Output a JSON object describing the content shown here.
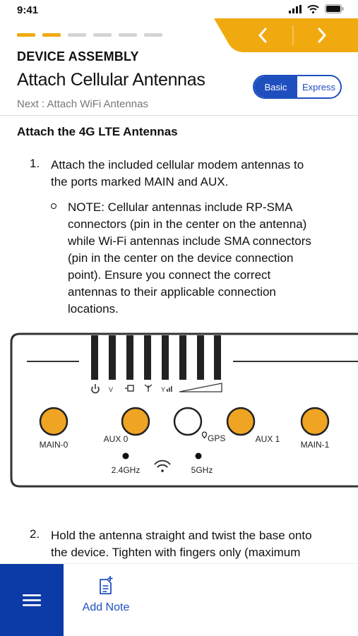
{
  "status_bar": {
    "time": "9:41"
  },
  "header": {
    "section_label": "DEVICE ASSEMBLY",
    "title": "Attach Cellular Antennas",
    "next": "Next : Attach WiFi Antennas",
    "progress": {
      "total_steps": 6,
      "completed_steps": 2
    },
    "mode_toggle": {
      "basic": "Basic",
      "express": "Express",
      "selected": "Basic"
    },
    "nav": {
      "prev_icon": "chevron-left-icon",
      "next_icon": "chevron-right-icon"
    },
    "accent_color": "#f0aa10",
    "brand_color": "#1f4fbf"
  },
  "content": {
    "heading": "Attach the 4G LTE Antennas",
    "steps": [
      {
        "number": "1.",
        "lines": [
          "Attach the included cellular modem antennas to",
          "the ports marked MAIN and AUX."
        ],
        "note_lines": [
          "NOTE: Cellular antennas include RP-SMA",
          "connectors (pin in the center on the antenna)",
          "while Wi-Fi antennas include SMA connectors",
          "(pin in the center on the device connection",
          "point). Ensure you connect the correct",
          "antennas to their applicable connection",
          "locations."
        ]
      },
      {
        "number": "2.",
        "lines": [
          "Hold the antenna straight and twist the base onto",
          "the device. Tighten with fingers only (maximum"
        ]
      }
    ],
    "diagram": {
      "ports": {
        "main0": "MAIN-0",
        "aux0": "AUX 0",
        "gps": "GPS",
        "aux1": "AUX 1",
        "main1": "MAIN-1"
      },
      "led_labels": {
        "band_24": "2.4GHz",
        "band_5": "5GHz"
      },
      "status_led_icons": [
        "power-icon",
        "v-label-icon",
        "ethernet-icon",
        "antenna-icon",
        "signal-bars-icon",
        "signal-strength-ramp-icon"
      ],
      "port_color": "#f0a423"
    }
  },
  "bottom_bar": {
    "menu_icon": "hamburger-menu-icon",
    "add_note": "Add Note",
    "menu_color": "#0c3aa6"
  }
}
